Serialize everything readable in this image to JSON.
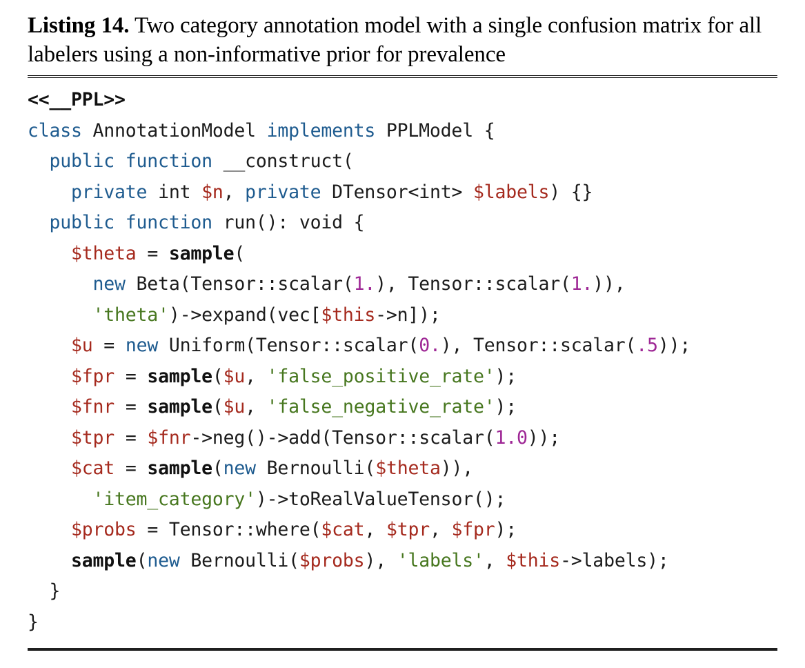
{
  "caption": {
    "label": "Listing 14.",
    "text": " Two category annotation model with a single confusion matrix for all labelers using a non-informative prior for prevalence"
  },
  "colors": {
    "keyword": "#1e5b8f",
    "variable": "#a52a1e",
    "string": "#47771f",
    "number": "#9e2795",
    "function": "#111111",
    "plain": "#1c1c1c",
    "rule": "#1f1f1f",
    "background": "#ffffff"
  },
  "code": {
    "language": "hack",
    "line_count": 18,
    "lines": [
      {
        "indent": 0,
        "tokens": [
          {
            "t": "<<__PPL>>",
            "c": "attr"
          }
        ]
      },
      {
        "indent": 0,
        "tokens": [
          {
            "t": "class",
            "c": "kw"
          },
          {
            "t": " AnnotationModel ",
            "c": "plain"
          },
          {
            "t": "implements",
            "c": "kw"
          },
          {
            "t": " PPLModel {",
            "c": "plain"
          }
        ]
      },
      {
        "indent": 2,
        "tokens": [
          {
            "t": "public function",
            "c": "kw"
          },
          {
            "t": " __construct(",
            "c": "plain"
          }
        ]
      },
      {
        "indent": 4,
        "tokens": [
          {
            "t": "private",
            "c": "kw"
          },
          {
            "t": " int ",
            "c": "plain"
          },
          {
            "t": "$n",
            "c": "var"
          },
          {
            "t": ", ",
            "c": "plain"
          },
          {
            "t": "private",
            "c": "kw"
          },
          {
            "t": " DTensor<int> ",
            "c": "plain"
          },
          {
            "t": "$labels",
            "c": "var"
          },
          {
            "t": ") {}",
            "c": "plain"
          }
        ]
      },
      {
        "indent": 2,
        "tokens": [
          {
            "t": "public function",
            "c": "kw"
          },
          {
            "t": " run(): void {",
            "c": "plain"
          }
        ]
      },
      {
        "indent": 4,
        "tokens": [
          {
            "t": "$theta",
            "c": "var"
          },
          {
            "t": " = ",
            "c": "plain"
          },
          {
            "t": "sample",
            "c": "fn"
          },
          {
            "t": "(",
            "c": "plain"
          }
        ]
      },
      {
        "indent": 6,
        "tokens": [
          {
            "t": "new",
            "c": "kw"
          },
          {
            "t": " Beta(Tensor::scalar(",
            "c": "plain"
          },
          {
            "t": "1.",
            "c": "num"
          },
          {
            "t": "), Tensor::scalar(",
            "c": "plain"
          },
          {
            "t": "1.",
            "c": "num"
          },
          {
            "t": ")),",
            "c": "plain"
          }
        ]
      },
      {
        "indent": 6,
        "tokens": [
          {
            "t": "'theta'",
            "c": "str"
          },
          {
            "t": ")->expand(vec[",
            "c": "plain"
          },
          {
            "t": "$this",
            "c": "var"
          },
          {
            "t": "->n]);",
            "c": "plain"
          }
        ]
      },
      {
        "indent": 4,
        "tokens": [
          {
            "t": "$u",
            "c": "var"
          },
          {
            "t": " = ",
            "c": "plain"
          },
          {
            "t": "new",
            "c": "kw"
          },
          {
            "t": " Uniform(Tensor::scalar(",
            "c": "plain"
          },
          {
            "t": "0.",
            "c": "num"
          },
          {
            "t": "), Tensor::scalar(",
            "c": "plain"
          },
          {
            "t": ".5",
            "c": "num"
          },
          {
            "t": "));",
            "c": "plain"
          }
        ]
      },
      {
        "indent": 4,
        "tokens": [
          {
            "t": "$fpr",
            "c": "var"
          },
          {
            "t": " = ",
            "c": "plain"
          },
          {
            "t": "sample",
            "c": "fn"
          },
          {
            "t": "(",
            "c": "plain"
          },
          {
            "t": "$u",
            "c": "var"
          },
          {
            "t": ", ",
            "c": "plain"
          },
          {
            "t": "'false_positive_rate'",
            "c": "str"
          },
          {
            "t": ");",
            "c": "plain"
          }
        ]
      },
      {
        "indent": 4,
        "tokens": [
          {
            "t": "$fnr",
            "c": "var"
          },
          {
            "t": " = ",
            "c": "plain"
          },
          {
            "t": "sample",
            "c": "fn"
          },
          {
            "t": "(",
            "c": "plain"
          },
          {
            "t": "$u",
            "c": "var"
          },
          {
            "t": ", ",
            "c": "plain"
          },
          {
            "t": "'false_negative_rate'",
            "c": "str"
          },
          {
            "t": ");",
            "c": "plain"
          }
        ]
      },
      {
        "indent": 4,
        "tokens": [
          {
            "t": "$tpr",
            "c": "var"
          },
          {
            "t": " = ",
            "c": "plain"
          },
          {
            "t": "$fnr",
            "c": "var"
          },
          {
            "t": "->neg()->add(Tensor::scalar(",
            "c": "plain"
          },
          {
            "t": "1.0",
            "c": "num"
          },
          {
            "t": "));",
            "c": "plain"
          }
        ]
      },
      {
        "indent": 4,
        "tokens": [
          {
            "t": "$cat",
            "c": "var"
          },
          {
            "t": " = ",
            "c": "plain"
          },
          {
            "t": "sample",
            "c": "fn"
          },
          {
            "t": "(",
            "c": "plain"
          },
          {
            "t": "new",
            "c": "kw"
          },
          {
            "t": " Bernoulli(",
            "c": "plain"
          },
          {
            "t": "$theta",
            "c": "var"
          },
          {
            "t": ")),",
            "c": "plain"
          }
        ]
      },
      {
        "indent": 6,
        "tokens": [
          {
            "t": "'item_category'",
            "c": "str"
          },
          {
            "t": ")->toRealValueTensor();",
            "c": "plain"
          }
        ]
      },
      {
        "indent": 4,
        "tokens": [
          {
            "t": "$probs",
            "c": "var"
          },
          {
            "t": " = Tensor::where(",
            "c": "plain"
          },
          {
            "t": "$cat",
            "c": "var"
          },
          {
            "t": ", ",
            "c": "plain"
          },
          {
            "t": "$tpr",
            "c": "var"
          },
          {
            "t": ", ",
            "c": "plain"
          },
          {
            "t": "$fpr",
            "c": "var"
          },
          {
            "t": ");",
            "c": "plain"
          }
        ]
      },
      {
        "indent": 4,
        "tokens": [
          {
            "t": "sample",
            "c": "fn"
          },
          {
            "t": "(",
            "c": "plain"
          },
          {
            "t": "new",
            "c": "kw"
          },
          {
            "t": " Bernoulli(",
            "c": "plain"
          },
          {
            "t": "$probs",
            "c": "var"
          },
          {
            "t": "), ",
            "c": "plain"
          },
          {
            "t": "'labels'",
            "c": "str"
          },
          {
            "t": ", ",
            "c": "plain"
          },
          {
            "t": "$this",
            "c": "var"
          },
          {
            "t": "->labels);",
            "c": "plain"
          }
        ]
      },
      {
        "indent": 2,
        "tokens": [
          {
            "t": "}",
            "c": "plain"
          }
        ]
      },
      {
        "indent": 0,
        "tokens": [
          {
            "t": "}",
            "c": "plain"
          }
        ]
      }
    ]
  }
}
